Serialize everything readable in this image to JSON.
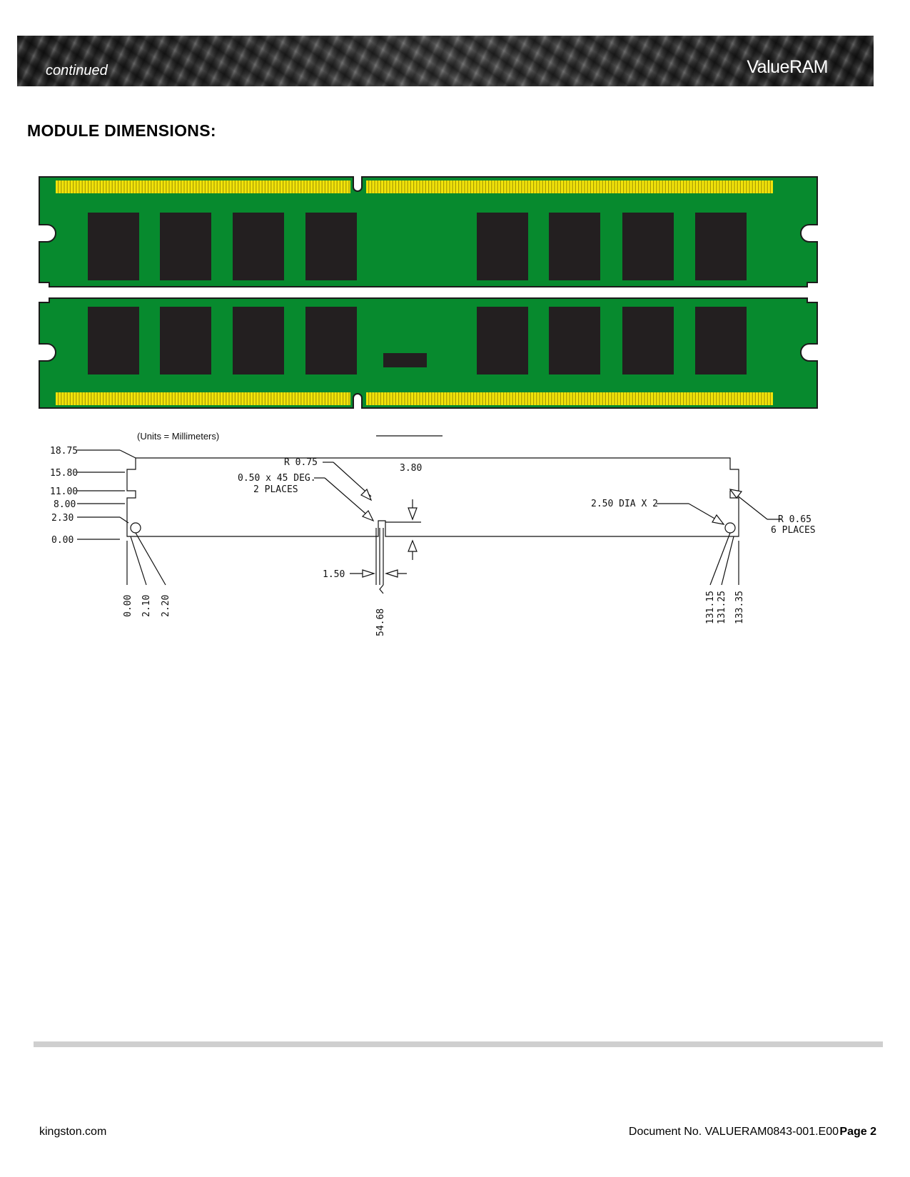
{
  "header": {
    "continued": "continued",
    "brand": "ValueRAM"
  },
  "section_title": "MODULE DIMENSIONS:",
  "colors": {
    "pcb_green": "#078a2e",
    "contact_gold": "#f2e40a",
    "chip": "#231f20"
  },
  "drawing": {
    "units": "(Units = Millimeters)",
    "y_labels": [
      "18.75",
      "15.80",
      "11.00",
      "8.00",
      "2.30",
      "0.00"
    ],
    "x_labels_left": [
      "0.00",
      "2.10",
      "2.20"
    ],
    "x_label_notch": "54.68",
    "x_labels_right": [
      "131.15",
      "131.25",
      "133.35"
    ],
    "callouts": {
      "r075": "R 0.75",
      "chamfer_line1": "0.50 x 45 DEG.",
      "chamfer_line2": "2 PLACES",
      "notch_depth": "3.80",
      "notch_width": "1.50",
      "hole_dia": "2.50 DIA X 2",
      "r065_line1": "R 0.65",
      "r065_line2": "6 PLACES"
    }
  },
  "footer": {
    "site": "kingston.com",
    "doc": "Document No. VALUERAM0843-001.E00",
    "page": "Page 2"
  }
}
